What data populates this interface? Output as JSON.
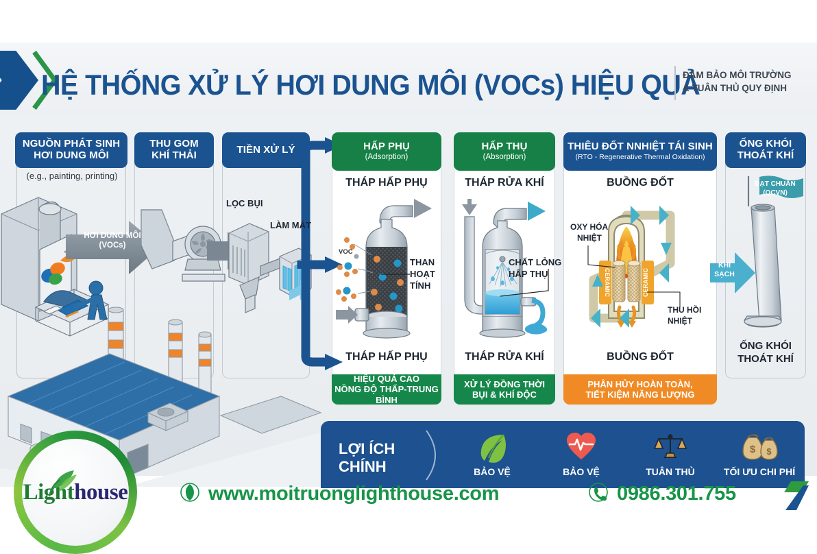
{
  "header": {
    "title": "HỆ THỐNG XỬ LÝ HƠI DUNG MÔI (VOCs) HIỆU QUẢ",
    "subtitle_line1": "ĐẢM BẢO MÔI TRƯỜNG",
    "subtitle_line2": "& TUÂN THỦ QUY ĐỊNH",
    "accent_navy": "#1b5390",
    "accent_green": "#168046"
  },
  "stages": [
    {
      "id": "source",
      "header_line1": "NGUỒN PHÁT SINH",
      "header_line2": "HƠI DUNG MÔI",
      "color": "#1b5390",
      "note": "(e.g., painting, printing)",
      "flow_label_line1": "HƠI DUNG MÔI",
      "flow_label_line2": "(VOCs)"
    },
    {
      "id": "collection",
      "header_line1": "THU GOM",
      "header_line2": "KHÍ THẢI",
      "color": "#1b5390"
    },
    {
      "id": "pretreatment",
      "header_line1": "TIỀN XỬ LÝ",
      "header_line2": "",
      "color": "#1b5390",
      "labels": [
        "LỌC BỤI",
        "LÀM MÁT"
      ]
    },
    {
      "id": "adsorption",
      "header_line1": "HẤP PHỤ",
      "header_line2": "(Adsorption)",
      "color": "#168046",
      "title_top": "THÁP HẤP PHỤ",
      "title_bottom": "THÁP HẤP PHỤ",
      "inner_labels": [
        "VOC",
        "THAN",
        "HOẠT",
        "TÍNH"
      ],
      "footer_line1": "HIỆU QUẢ CAO",
      "footer_line2": "NỒNG ĐỘ THẤP-TRUNG BÌNH",
      "footer_color": "#16874a"
    },
    {
      "id": "absorption",
      "header_line1": "HẤP THỤ",
      "header_line2": "(Absorption)",
      "color": "#168046",
      "title_top": "THÁP RỬA KHÍ",
      "title_bottom": "THÁP RỬA KHÍ",
      "inner_labels": [
        "CHẤT LỎNG",
        "HẤP THỤ"
      ],
      "footer_line1": "XỬ LÝ ĐỒNG THỜI",
      "footer_line2": "BỤI & KHÍ ĐỘC",
      "footer_color": "#16874a"
    },
    {
      "id": "rto",
      "header_line1": "THIÊU ĐỐT NNHIỆT TÁI SINH",
      "header_line2": "(RTO - Regenerative Thermal Oxidation)",
      "color": "#1b5390",
      "title_top": "BUỒNG ĐỐT",
      "title_bottom": "BUỒNG ĐỐT",
      "inner_labels": [
        "OXY HÓA",
        "NHIỆT",
        "CERAMIC",
        "CERAMIC",
        "THU HỒI",
        "NHIỆT"
      ],
      "footer_line1": "PHÂN HỦY HOÀN TOÀN,",
      "footer_line2": "TIẾT KIỆM NĂNG LƯỢNG",
      "footer_color": "#f08a25"
    },
    {
      "id": "stack",
      "header_line1": "ỐNG KHÓI",
      "header_line2": "THOÁT KHÍ",
      "color": "#1b5390",
      "flag_line1": "ĐẠT CHUẨN",
      "flag_line2": "(QCVN)",
      "arrow_line1": "KHÍ",
      "arrow_line2": "SẠCH",
      "caption_line1": "ỐNG KHÓI",
      "caption_line2": "THOÁT KHÍ"
    }
  ],
  "benefits": {
    "title_line1": "LỢI ÍCH",
    "title_line2": "CHÍNH",
    "bg_color": "#1d5190",
    "items": [
      {
        "icon": "leaf-icon",
        "label": "BẢO VỆ"
      },
      {
        "icon": "heart-pulse-icon",
        "label": "BẢO VỆ"
      },
      {
        "icon": "scales-icon",
        "label": "TUÂN THỦ"
      },
      {
        "icon": "money-bag-icon",
        "label": "TỐI ƯU CHI PHÍ"
      }
    ]
  },
  "footer": {
    "logo_text_a": "Light",
    "logo_text_b": "house",
    "website": "www.moitruonglighthouse.com",
    "phone": "0986.301.755",
    "accent_green": "#179447"
  }
}
